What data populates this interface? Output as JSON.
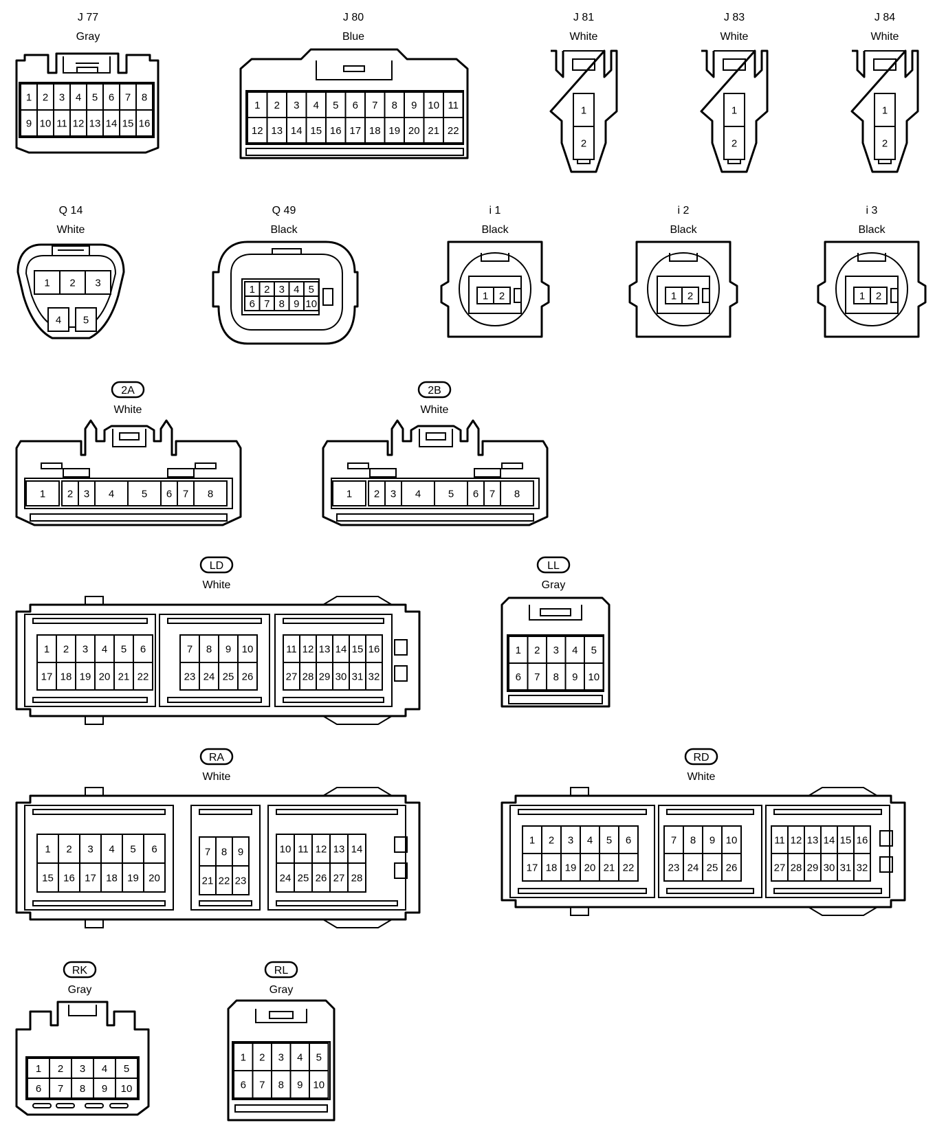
{
  "connectors": [
    {
      "key": "J77",
      "id": "J 77",
      "color": "Gray",
      "badge": false
    },
    {
      "key": "J80",
      "id": "J 80",
      "color": "Blue",
      "badge": false
    },
    {
      "key": "J81",
      "id": "J 81",
      "color": "White",
      "badge": false
    },
    {
      "key": "J83",
      "id": "J 83",
      "color": "White",
      "badge": false
    },
    {
      "key": "J84",
      "id": "J 84",
      "color": "White",
      "badge": false
    },
    {
      "key": "Q14",
      "id": "Q 14",
      "color": "White",
      "badge": false
    },
    {
      "key": "Q49",
      "id": "Q 49",
      "color": "Black",
      "badge": false
    },
    {
      "key": "i1",
      "id": "i 1",
      "color": "Black",
      "badge": false
    },
    {
      "key": "i2",
      "id": "i 2",
      "color": "Black",
      "badge": false
    },
    {
      "key": "i3",
      "id": "i 3",
      "color": "Black",
      "badge": false
    },
    {
      "key": "2A",
      "id": "2A",
      "color": "White",
      "badge": true
    },
    {
      "key": "2B",
      "id": "2B",
      "color": "White",
      "badge": true
    },
    {
      "key": "LD",
      "id": "LD",
      "color": "White",
      "badge": true
    },
    {
      "key": "LL",
      "id": "LL",
      "color": "Gray",
      "badge": true
    },
    {
      "key": "RA",
      "id": "RA",
      "color": "White",
      "badge": true
    },
    {
      "key": "RD",
      "id": "RD",
      "color": "White",
      "badge": true
    },
    {
      "key": "RK",
      "id": "RK",
      "color": "Gray",
      "badge": true
    },
    {
      "key": "RL",
      "id": "RL",
      "color": "Gray",
      "badge": true
    }
  ],
  "pins": {
    "J77": {
      "rows": [
        [
          "1",
          "2",
          "3",
          "4",
          "5",
          "6",
          "7",
          "8"
        ],
        [
          "9",
          "10",
          "11",
          "12",
          "13",
          "14",
          "15",
          "16"
        ]
      ]
    },
    "J80": {
      "rows": [
        [
          "1",
          "2",
          "3",
          "4",
          "5",
          "6",
          "7",
          "8",
          "9",
          "10",
          "11"
        ],
        [
          "12",
          "13",
          "14",
          "15",
          "16",
          "17",
          "18",
          "19",
          "20",
          "21",
          "22"
        ]
      ]
    },
    "J81": {
      "rows": [
        [
          "1"
        ],
        [
          "2"
        ]
      ]
    },
    "J83": {
      "rows": [
        [
          "1"
        ],
        [
          "2"
        ]
      ]
    },
    "J84": {
      "rows": [
        [
          "1"
        ],
        [
          "2"
        ]
      ]
    },
    "Q14": {
      "rows": [
        [
          "1",
          "2",
          "3"
        ],
        [
          "4",
          "5"
        ]
      ]
    },
    "Q49": {
      "rows": [
        [
          "1",
          "2",
          "3",
          "4",
          "5"
        ],
        [
          "6",
          "7",
          "8",
          "9",
          "10"
        ]
      ]
    },
    "i1": {
      "rows": [
        [
          "1",
          "2"
        ]
      ]
    },
    "i2": {
      "rows": [
        [
          "1",
          "2"
        ]
      ]
    },
    "i3": {
      "rows": [
        [
          "1",
          "2"
        ]
      ]
    },
    "2A": {
      "rows": [
        [
          "1",
          "2",
          "3",
          "4",
          "5",
          "6",
          "7",
          "8"
        ]
      ]
    },
    "2B": {
      "rows": [
        [
          "1",
          "2",
          "3",
          "4",
          "5",
          "6",
          "7",
          "8"
        ]
      ]
    },
    "LD": {
      "groups": [
        {
          "rows": [
            [
              "1",
              "2",
              "3",
              "4",
              "5",
              "6"
            ],
            [
              "17",
              "18",
              "19",
              "20",
              "21",
              "22"
            ]
          ]
        },
        {
          "rows": [
            [
              "7",
              "8",
              "9",
              "10"
            ],
            [
              "23",
              "24",
              "25",
              "26"
            ]
          ]
        },
        {
          "rows": [
            [
              "11",
              "12",
              "13",
              "14",
              "15",
              "16"
            ],
            [
              "27",
              "28",
              "29",
              "30",
              "31",
              "32"
            ]
          ]
        }
      ]
    },
    "LL": {
      "rows": [
        [
          "1",
          "2",
          "3",
          "4",
          "5"
        ],
        [
          "6",
          "7",
          "8",
          "9",
          "10"
        ]
      ]
    },
    "RA": {
      "groups": [
        {
          "rows": [
            [
              "1",
              "2",
              "3",
              "4",
              "5",
              "6"
            ],
            [
              "15",
              "16",
              "17",
              "18",
              "19",
              "20"
            ]
          ]
        },
        {
          "rows": [
            [
              "7",
              "8",
              "9"
            ],
            [
              "21",
              "22",
              "23"
            ]
          ]
        },
        {
          "rows": [
            [
              "10",
              "11",
              "12",
              "13",
              "14"
            ],
            [
              "24",
              "25",
              "26",
              "27",
              "28"
            ]
          ]
        }
      ]
    },
    "RD": {
      "groups": [
        {
          "rows": [
            [
              "1",
              "2",
              "3",
              "4",
              "5",
              "6"
            ],
            [
              "17",
              "18",
              "19",
              "20",
              "21",
              "22"
            ]
          ]
        },
        {
          "rows": [
            [
              "7",
              "8",
              "9",
              "10"
            ],
            [
              "23",
              "24",
              "25",
              "26"
            ]
          ]
        },
        {
          "rows": [
            [
              "11",
              "12",
              "13",
              "14",
              "15",
              "16"
            ],
            [
              "27",
              "28",
              "29",
              "30",
              "31",
              "32"
            ]
          ]
        }
      ]
    },
    "RK": {
      "rows": [
        [
          "1",
          "2",
          "3",
          "4",
          "5"
        ],
        [
          "6",
          "7",
          "8",
          "9",
          "10"
        ]
      ]
    },
    "RL": {
      "rows": [
        [
          "1",
          "2",
          "3",
          "4",
          "5"
        ],
        [
          "6",
          "7",
          "8",
          "9",
          "10"
        ]
      ]
    }
  }
}
